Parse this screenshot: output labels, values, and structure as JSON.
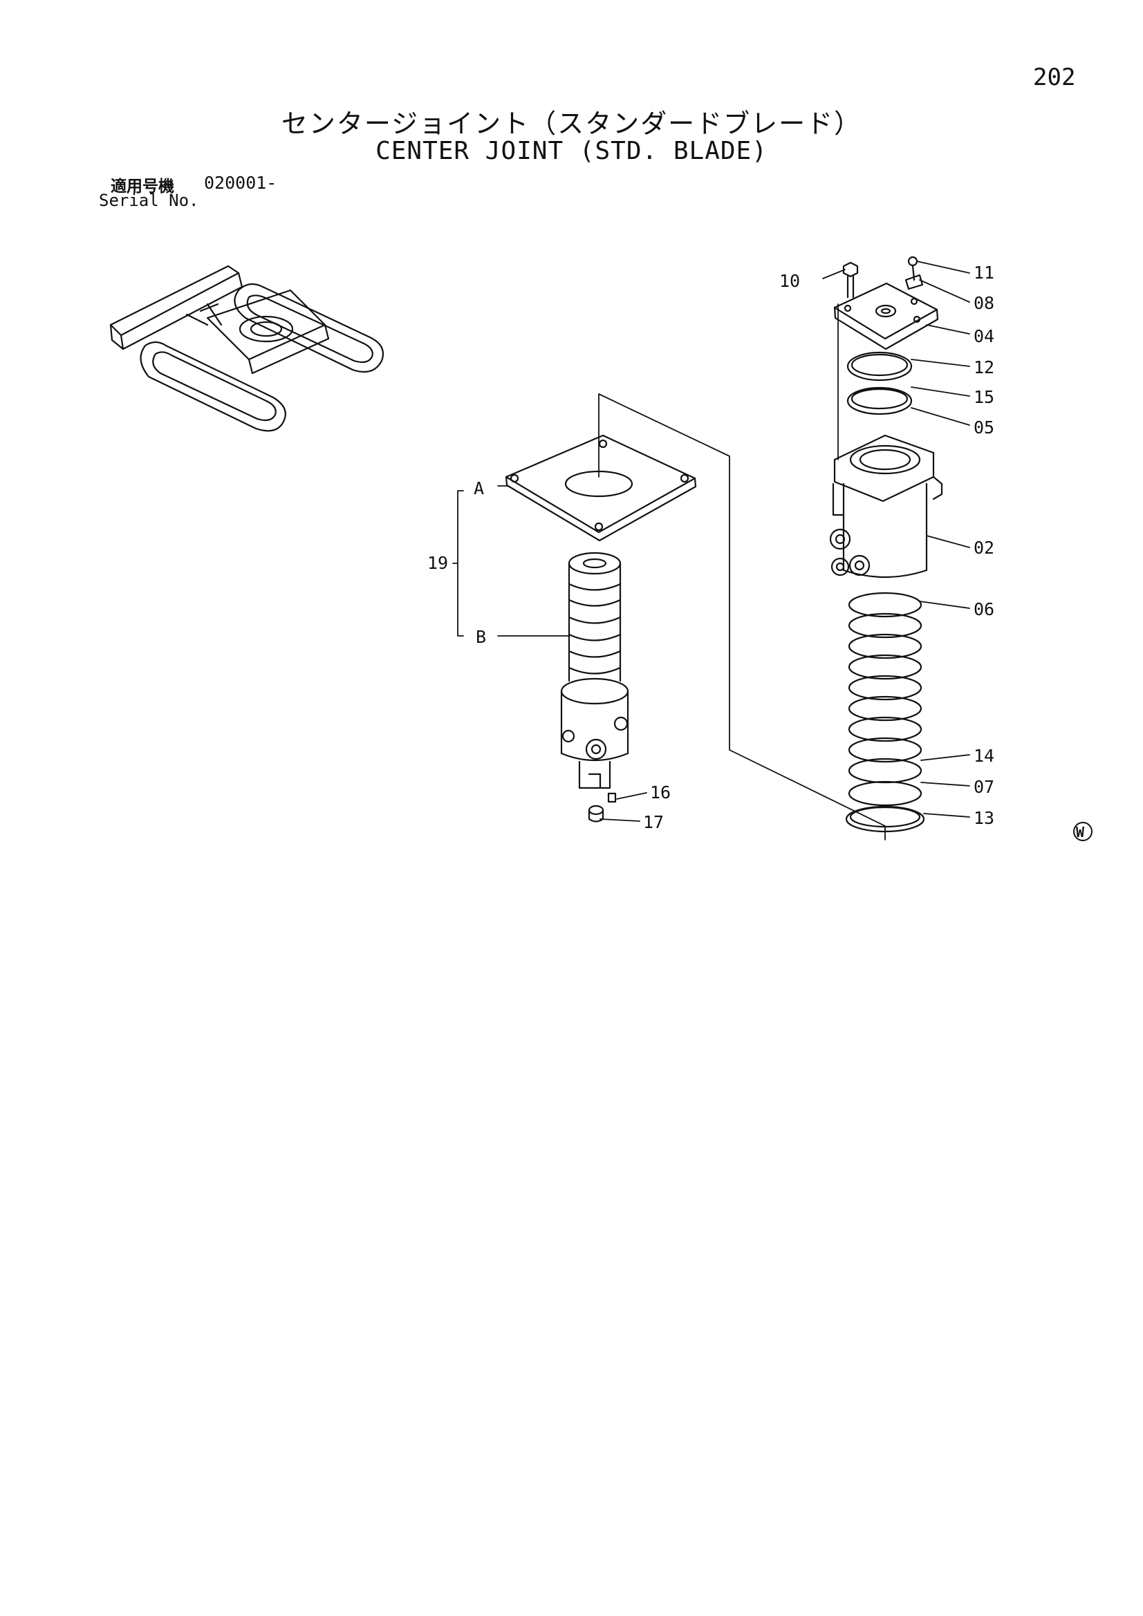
{
  "page_number": "202",
  "title": {
    "japanese": "センタージョイント（スタンダードブレード）",
    "english": "CENTER JOINT (STD. BLADE)"
  },
  "serial": {
    "label_jp": "適用号機",
    "value": "020001-",
    "label_en": "Serial No."
  },
  "callouts": {
    "c10": "10",
    "c11": "11",
    "c08": "08",
    "c04": "04",
    "c12": "12",
    "c15": "15",
    "c05": "05",
    "c02": "02",
    "c06": "06",
    "c14": "14",
    "c07": "07",
    "c13": "13",
    "c16": "16",
    "c17": "17",
    "c19": "19",
    "cA": "A",
    "cB": "B"
  },
  "mark": "W"
}
